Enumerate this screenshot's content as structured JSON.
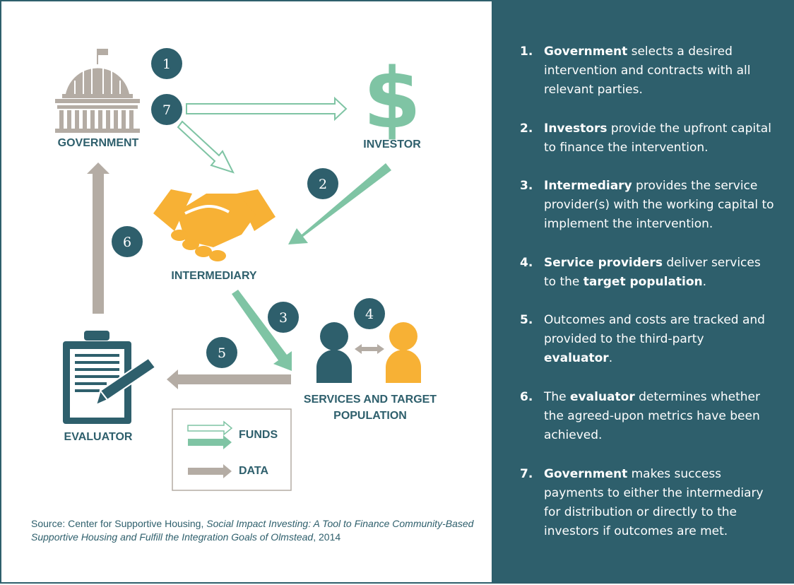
{
  "colors": {
    "teal": "#2e5f6c",
    "green": "#7fc4a4",
    "gray": "#b4aca4",
    "orange": "#f7b135",
    "white": "#ffffff"
  },
  "icons": {
    "government": "capitol-building-icon",
    "investor": "dollar-sign-icon",
    "intermediary": "handshake-icon",
    "services": "two-people-icon",
    "evaluator": "clipboard-pencil-icon"
  },
  "nodes": {
    "government": "GOVERNMENT",
    "investor": "INVESTOR",
    "intermediary": "INTERMEDIARY",
    "services_line1": "SERVICES AND TARGET",
    "services_line2": "POPULATION",
    "evaluator": "EVALUATOR"
  },
  "step_badges": [
    "1",
    "7",
    "2",
    "6",
    "3",
    "4",
    "5"
  ],
  "legend": {
    "funds": "FUNDS",
    "data": "DATA"
  },
  "source": {
    "prefix": "Source: Center for Supportive Housing, ",
    "title": "Social Impact Investing: A Tool to Finance Community-Based Supportive Housing and Fulfill the Integration Goals of Olmstead",
    "suffix": ", 2014"
  },
  "steps": [
    {
      "num": "1.",
      "bold": "Government",
      "text": " selects a desired intervention and contracts with all relevant parties."
    },
    {
      "num": "2.",
      "bold": "Investors",
      "text": " provide the upfront capital to finance the intervention."
    },
    {
      "num": "3.",
      "bold": "Intermediary",
      "text": " provides the service provider(s) with the working capital to implement the intervention."
    },
    {
      "num": "4.",
      "bold": "Service providers",
      "text": " deliver services to the ",
      "bold2": "target population",
      "text2": "."
    },
    {
      "num": "5.",
      "text": "Outcomes and costs are tracked and provided to the third-party ",
      "bold2": "evaluator",
      "text2": "."
    },
    {
      "num": "6.",
      "text": "The ",
      "bold2": "evaluator",
      "text2": " determines whether the agreed-upon metrics have been achieved."
    },
    {
      "num": "7.",
      "bold": "Government",
      "text": " makes success payments to either the intermediary for distribution or directly to the investors if outcomes are met."
    }
  ]
}
